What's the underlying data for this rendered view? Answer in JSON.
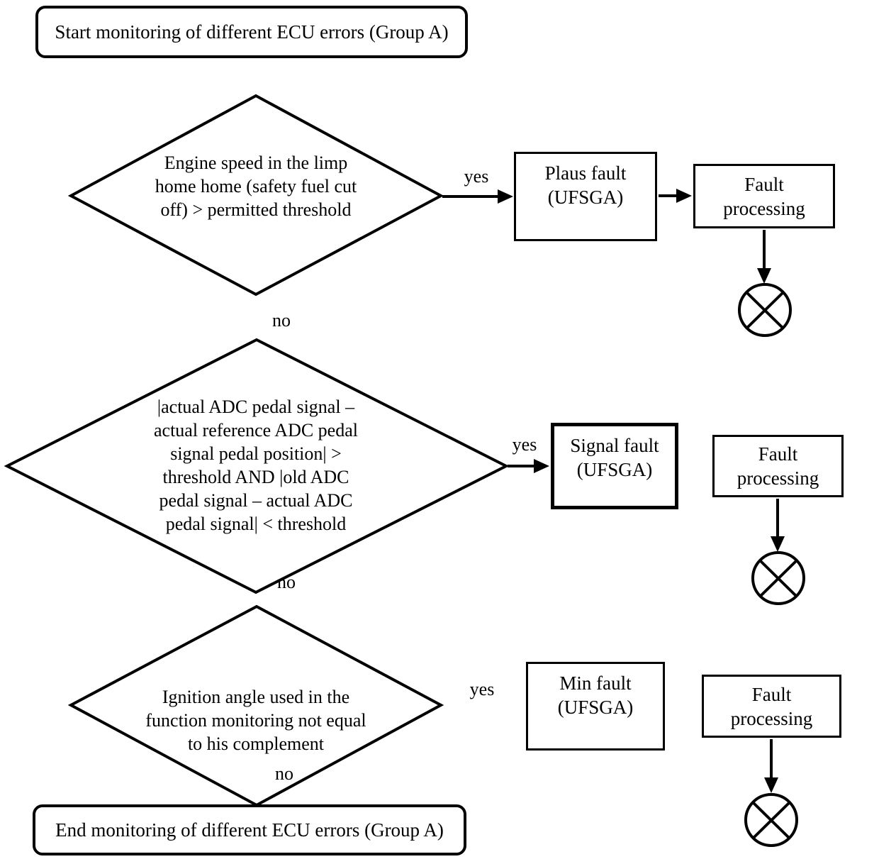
{
  "diagram": {
    "start_label": "Start monitoring of different ECU errors (Group A)",
    "end_label": "End monitoring of different ECU errors (Group A)",
    "labels": {
      "yes": "yes",
      "no": "no"
    },
    "decisions": [
      {
        "lines": [
          "Engine speed in the limp",
          "home home (safety fuel cut",
          "off) > permitted threshold"
        ]
      },
      {
        "lines": [
          "|actual ADC pedal signal –",
          "actual reference ADC pedal",
          "signal pedal position| >",
          "threshold AND |old ADC",
          "pedal signal – actual ADC",
          "pedal signal| < threshold"
        ]
      },
      {
        "lines": [
          "Ignition angle used in the",
          "function monitoring not equal",
          "to his complement"
        ]
      }
    ],
    "fault_boxes": [
      {
        "lines": [
          "Plaus fault",
          "(UFSGA)"
        ]
      },
      {
        "lines": [
          "Signal fault",
          "(UFSGA)"
        ]
      },
      {
        "lines": [
          "Min fault",
          "(UFSGA)"
        ]
      }
    ],
    "fault_processing_lines": [
      "Fault",
      "processing"
    ]
  }
}
